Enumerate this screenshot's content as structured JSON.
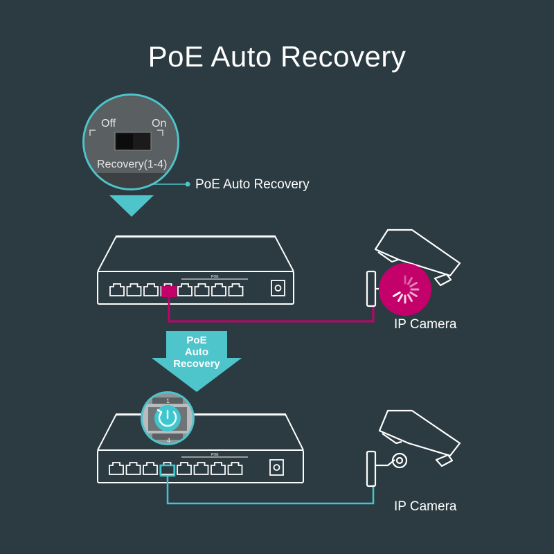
{
  "title": "PoE Auto Recovery",
  "callout": {
    "label": "PoE Auto Recovery",
    "switch_off_label": "Off",
    "switch_on_label": "On",
    "switch_recovery_label": "Recovery(1-4)"
  },
  "arrow": {
    "line1": "PoE",
    "line2": "Auto",
    "line3": "Recovery"
  },
  "top_scene": {
    "camera_label": "IP Camera",
    "camera_status": "error"
  },
  "bottom_scene": {
    "camera_label": "IP Camera",
    "camera_status": "recovered",
    "port_numbers": [
      "1",
      "4"
    ]
  },
  "colors": {
    "background": "#2b3b41",
    "error_accent": "#c4006a",
    "recovery_accent": "#3fc7cf",
    "arrow_fill": "#4ec4cb",
    "line_art": "#ffffff"
  },
  "icons": [
    "loading-spinner-icon",
    "power-recovery-icon"
  ]
}
